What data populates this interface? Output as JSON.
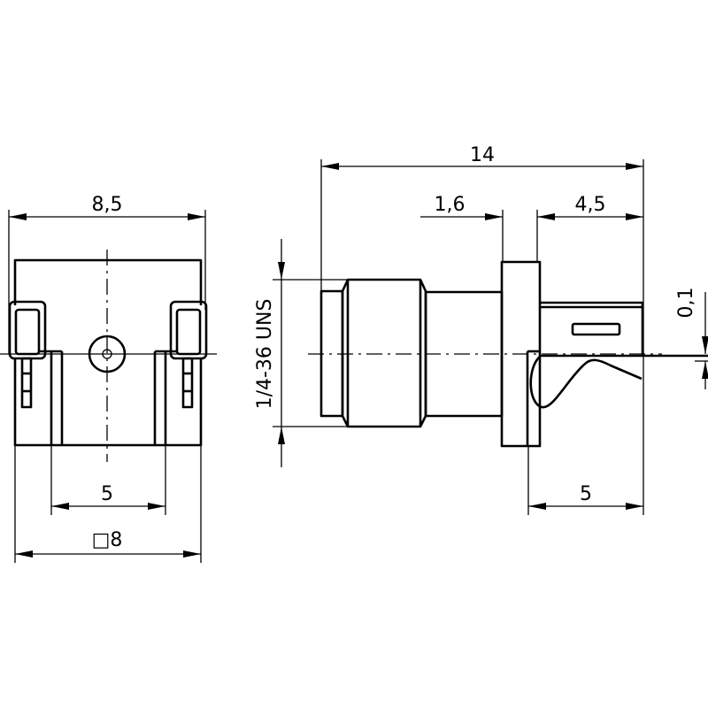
{
  "drawing": {
    "front_view": {
      "width_label": "8,5",
      "pin_spacing_label": "5",
      "square_label": "□8"
    },
    "side_view": {
      "length_label": "14",
      "flange_label": "1,6",
      "pin_block_label": "4,5",
      "thread_label": "1/4-36 UNS",
      "offset_label": "0,1",
      "tail_label": "5"
    }
  }
}
